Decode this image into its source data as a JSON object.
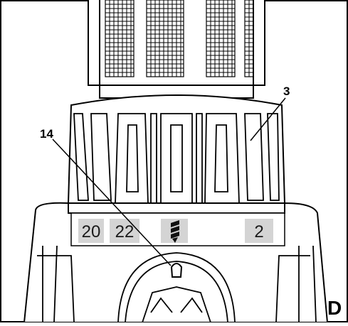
{
  "figure": {
    "panel_letter": "D",
    "callouts": [
      {
        "id": "3",
        "label": "3"
      },
      {
        "id": "14",
        "label": "14"
      }
    ],
    "dial_labels": [
      "20",
      "22",
      "2"
    ],
    "drill_mode_icon": "drill-bit-icon"
  }
}
